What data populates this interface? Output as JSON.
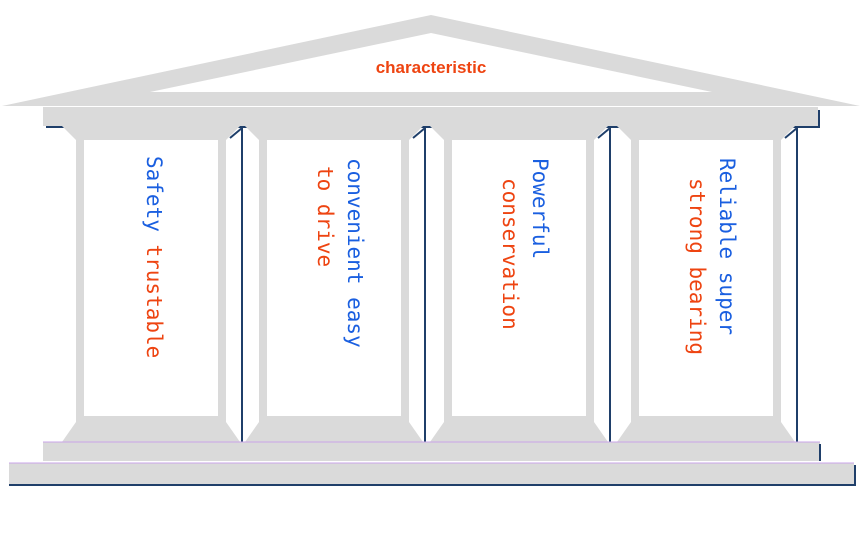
{
  "title": "characteristic",
  "colors": {
    "structure_fill": "#dadada",
    "inner_panel": "#ffffff",
    "shadow_line": "#1f3f6a",
    "title_color": "#ee4411",
    "blue_text": "#1a5fe0",
    "orange_text": "#ee4411",
    "base_accent": "#c9a4e8"
  },
  "pillars": [
    {
      "lines": [
        {
          "text": "Safety",
          "color": "blue"
        },
        {
          "text": "trustable",
          "color": "orange"
        }
      ],
      "layout": "single"
    },
    {
      "lines": [
        {
          "text": "convenient easy",
          "color": "blue"
        },
        {
          "text": "to drive",
          "color": "orange"
        }
      ],
      "layout": "double"
    },
    {
      "lines": [
        {
          "text": "Powerful",
          "color": "blue"
        },
        {
          "text": "conservation",
          "color": "orange"
        }
      ],
      "layout": "double"
    },
    {
      "lines": [
        {
          "text": "Reliable super",
          "color": "blue"
        },
        {
          "text": "strong bearing",
          "color": "orange"
        }
      ],
      "layout": "double"
    }
  ]
}
